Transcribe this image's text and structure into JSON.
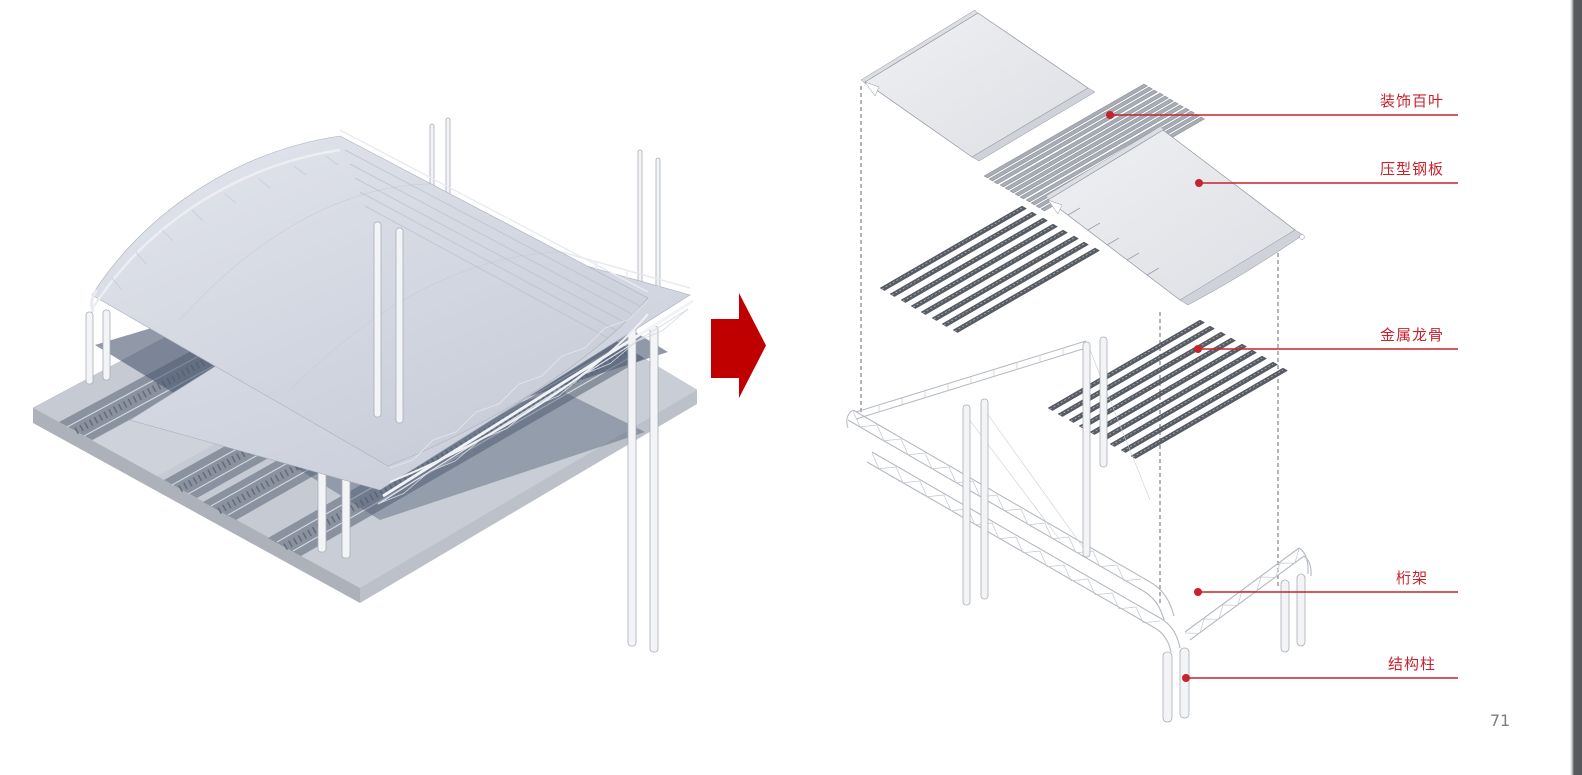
{
  "slide": {
    "page_number": "71",
    "background": "#ffffff"
  },
  "assembled_view": {
    "name": "station-canopy-assembled-render"
  },
  "arrow": {
    "shape": "right-block-arrow",
    "color": "#c00000"
  },
  "exploded_view": {
    "name": "station-canopy-exploded-axonometric",
    "label_color": "#c7222d",
    "labels": [
      {
        "text": "装饰百叶",
        "target": "decorative-louvers"
      },
      {
        "text": "压型钢板",
        "target": "profiled-steel-sheet"
      },
      {
        "text": "金属龙骨",
        "target": "metal-keel"
      },
      {
        "text": "桁架",
        "target": "truss"
      },
      {
        "text": "结构柱",
        "target": "structural-column"
      }
    ]
  }
}
